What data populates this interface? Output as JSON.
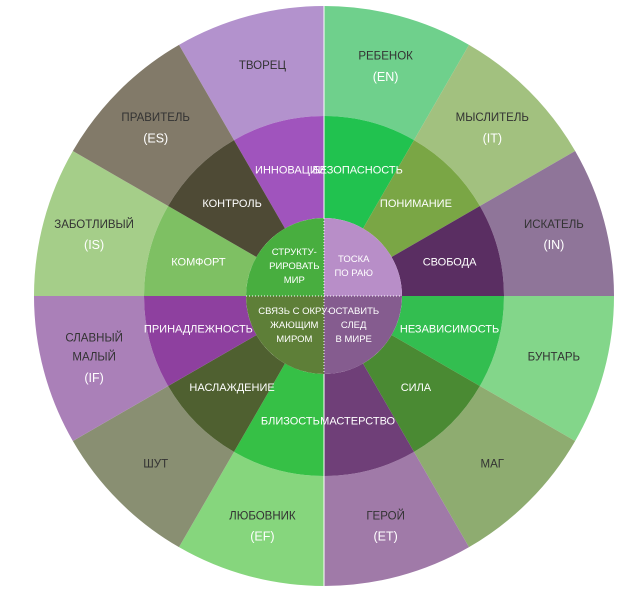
{
  "outer_segments": [
    {
      "name": "ТВОРЕЦ",
      "code": "",
      "color": "#b392cd",
      "text_color": "#333333",
      "code_color": "#ffffff"
    },
    {
      "name": "РЕБЕНОК",
      "code": "(EN)",
      "color": "#6fd08c",
      "text_color": "#333333",
      "code_color": "#ffffff"
    },
    {
      "name": "МЫСЛИТЕЛЬ",
      "code": "(IT)",
      "color": "#a2c17f",
      "text_color": "#333333",
      "code_color": "#ffffff"
    },
    {
      "name": "ИСКАТЕЛЬ",
      "code": "(IN)",
      "color": "#8f7599",
      "text_color": "#333333",
      "code_color": "#ffffff"
    },
    {
      "name": "БУНТАРЬ",
      "code": "",
      "color": "#83d68a",
      "text_color": "#333333",
      "code_color": "#ffffff"
    },
    {
      "name": "МАГ",
      "code": "",
      "color": "#8eac70",
      "text_color": "#333333",
      "code_color": "#ffffff"
    },
    {
      "name": "ГЕРОЙ",
      "code": "(ET)",
      "color": "#a07aa8",
      "text_color": "#333333",
      "code_color": "#ffffff"
    },
    {
      "name": "ЛЮБОВНИК",
      "code": "(EF)",
      "color": "#86d67d",
      "text_color": "#333333",
      "code_color": "#ffffff"
    },
    {
      "name": "ШУТ",
      "code": "",
      "color": "#898f72",
      "text_color": "#333333",
      "code_color": "#ffffff"
    },
    {
      "name": "СЛАВНЫЙ МАЛЫЙ",
      "code": "(IF)",
      "color": "#aa80b8",
      "text_color": "#333333",
      "code_color": "#ffffff"
    },
    {
      "name": "ЗАБОТЛИВЫЙ",
      "code": "(IS)",
      "color": "#a5ce89",
      "text_color": "#333333",
      "code_color": "#ffffff"
    },
    {
      "name": "ПРАВИТЕЛЬ",
      "code": "(ES)",
      "color": "#827a69",
      "text_color": "#333333",
      "code_color": "#ffffff"
    }
  ],
  "middle_segments": [
    {
      "label": "ИННОВАЦИИ",
      "color": "#a054bd"
    },
    {
      "label": "БЕЗОПАСНОСТЬ",
      "color": "#21c24f"
    },
    {
      "label": "ПОНИМАНИЕ",
      "color": "#7aa645"
    },
    {
      "label": "СВОБОДА",
      "color": "#5a2e62"
    },
    {
      "label": "НЕЗАВИСИМОСТЬ",
      "color": "#33be50"
    },
    {
      "label": "СИЛА",
      "color": "#4a8a33"
    },
    {
      "label": "МАСТЕРСТВО",
      "color": "#6f3f78"
    },
    {
      "label": "БЛИЗОСТЬ",
      "color": "#36c046"
    },
    {
      "label": "НАСЛАЖДЕНИЕ",
      "color": "#4f6030"
    },
    {
      "label": "ПРИНАДЛЕЖНОСТЬ",
      "color": "#8e409f"
    },
    {
      "label": "КОМФОРТ",
      "color": "#7ec063"
    },
    {
      "label": "КОНТРОЛЬ",
      "color": "#4e4a35"
    }
  ],
  "core_segments": [
    {
      "label": "СТРУКТУ-РИРОВАТЬ МИР",
      "lines": [
        "СТРУКТУ-",
        "РИРОВАТЬ",
        "МИР"
      ],
      "color": "#48ae3f"
    },
    {
      "label": "ТОСКА ПО РАЮ",
      "lines": [
        "ТОСКА",
        "ПО РАЮ"
      ],
      "color": "#b88ec8"
    },
    {
      "label": "ОСТАВИТЬ СЛЕД В МИРЕ",
      "lines": [
        "ОСТАВИТЬ",
        "СЛЕД",
        "В МИРЕ"
      ],
      "color": "#855c8f"
    },
    {
      "label": "СВЯЗЬ С ОКРУ-ЖАЮЩИМ МИРОМ",
      "lines": [
        "СВЯЗЬ С ОКРУ-",
        "ЖАЮЩИМ",
        "МИРОМ"
      ],
      "color": "#5e7f38"
    }
  ]
}
